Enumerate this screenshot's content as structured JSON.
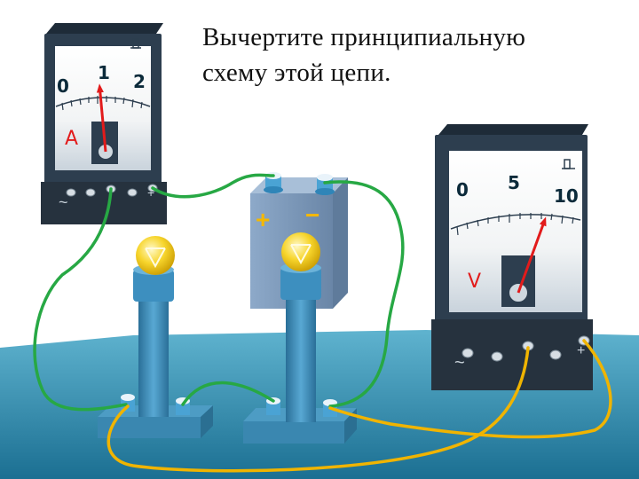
{
  "task": {
    "line1": "Вычертите принципиальную",
    "line2": "схему этой цепи."
  },
  "ammeter": {
    "scale_labels": [
      "0",
      "1",
      "2"
    ],
    "symbol": "A",
    "reading": 0.85,
    "terminal_signs": [
      "~",
      "+"
    ]
  },
  "voltmeter": {
    "scale_labels": [
      "0",
      "5",
      "10"
    ],
    "symbol": "V",
    "reading": 7.5,
    "terminal_signs": [
      "~",
      "+"
    ]
  },
  "battery": {
    "plus": "+",
    "minus": "−"
  },
  "colors": {
    "wire_green": "#27a844",
    "wire_yellow": "#f0b400",
    "floor": "#2b86a6",
    "meter_body": "#2d3e4f",
    "needle": "#e21b1b",
    "stand": "#3d8fbf",
    "bulb": "#f5d020"
  }
}
